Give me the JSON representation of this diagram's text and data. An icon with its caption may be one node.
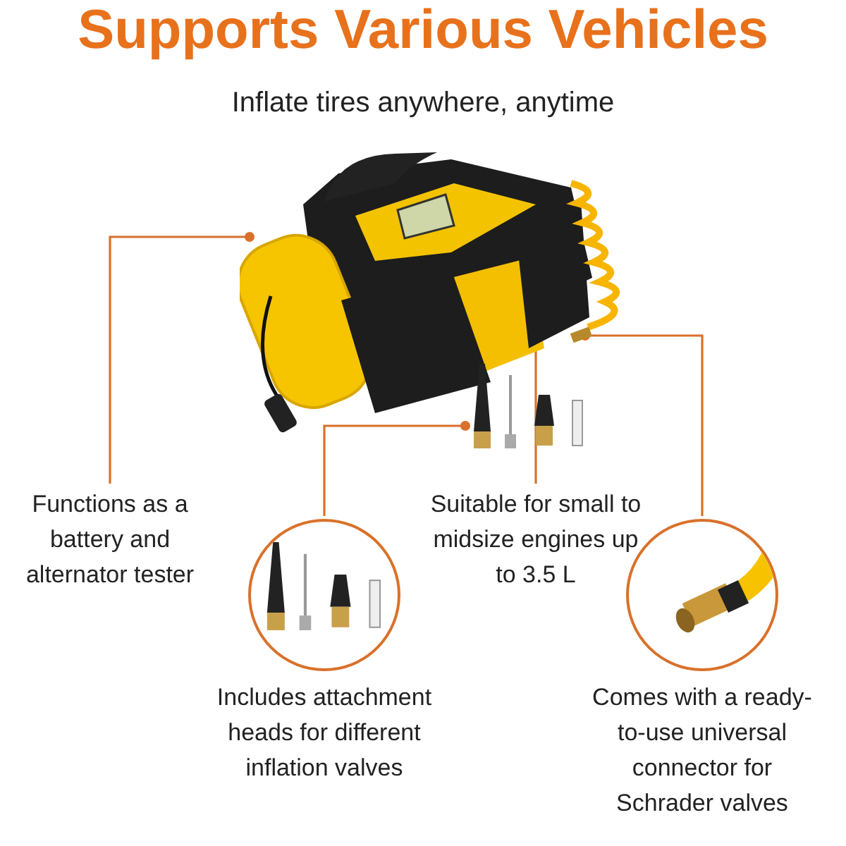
{
  "diagram": {
    "title": "Supports Various Vehicles",
    "nodes": [
      {
        "text": [],
        "shape": "picture"
      },
      {
        "text": [],
        "shape": "picture"
      },
      {
        "text": [
          "Functions as a battery and alternator tester"
        ]
      },
      {
        "text": [
          "Includes attachment heads for different inflation valves"
        ]
      },
      {
        "text": [
          "Suitable for small to midsize engines up to 3.5 L"
        ]
      },
      {
        "text": [
          "Comes with a ready-to-use universal connector for Schrader valves"
        ]
      }
    ],
    "edges": [
      {
        "from": 2,
        "to": 0,
        "arrow": "other"
      },
      {
        "from": 3,
        "to": 1,
        "arrow": "other"
      },
      {
        "from": 4,
        "to": 0,
        "arrow": "other"
      },
      {
        "from": 5,
        "to": 0,
        "arrow": "other"
      }
    ],
    "labels": [
      "Inflate tires anywhere, anytime"
    ]
  }
}
